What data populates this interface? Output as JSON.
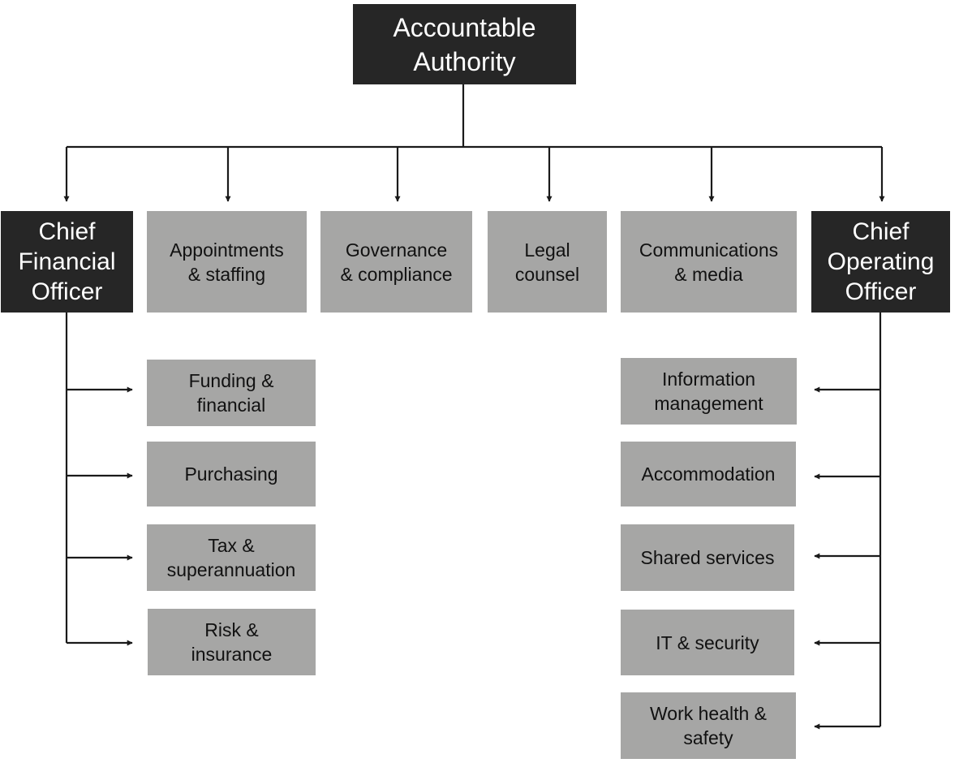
{
  "root": {
    "label": "Accountable\nAuthority"
  },
  "level1": [
    {
      "label": "Chief\nFinancial\nOfficer"
    },
    {
      "label": "Appointments\n& staffing"
    },
    {
      "label": "Governance\n& compliance"
    },
    {
      "label": "Legal\ncounsel"
    },
    {
      "label": "Communications\n& media"
    },
    {
      "label": "Chief\nOperating\nOfficer"
    }
  ],
  "cfo_children": [
    {
      "label": "Funding &\nfinancial"
    },
    {
      "label": "Purchasing"
    },
    {
      "label": "Tax &\nsuperannuation"
    },
    {
      "label": "Risk &\ninsurance"
    }
  ],
  "coo_children": [
    {
      "label": "Information\nmanagement"
    },
    {
      "label": "Accommodation"
    },
    {
      "label": "Shared services"
    },
    {
      "label": "IT & security"
    },
    {
      "label": "Work health &\nsafety"
    }
  ],
  "colors": {
    "dark_box": "#262626",
    "light_box": "#a6a6a5",
    "connector": "#1a1a1a"
  }
}
